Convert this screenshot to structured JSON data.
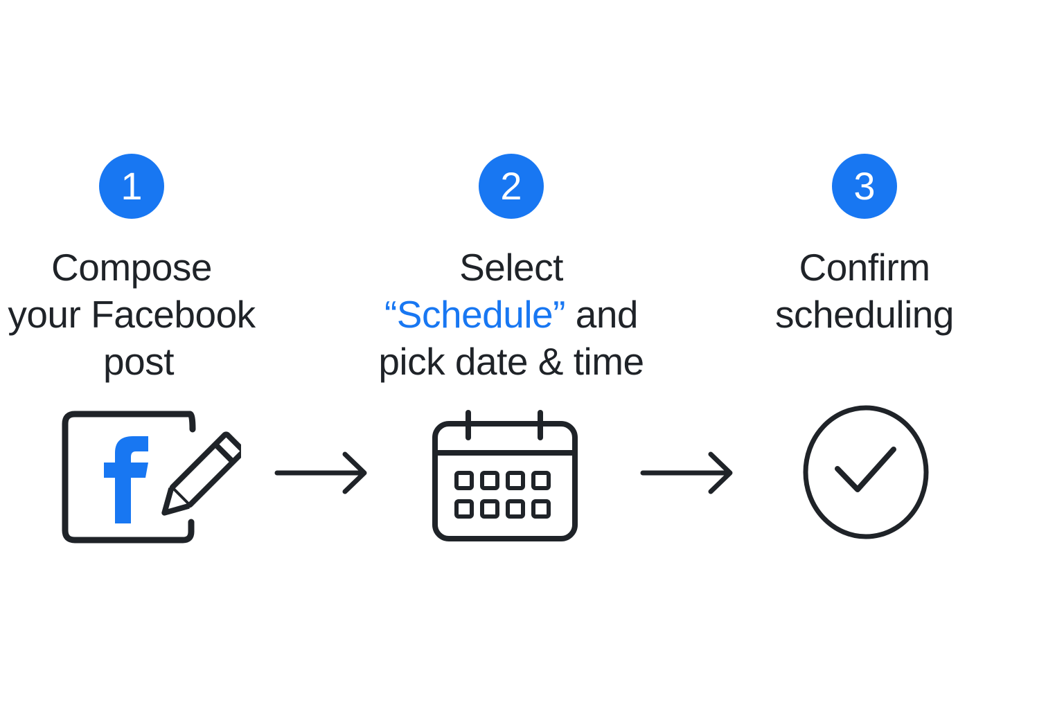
{
  "colors": {
    "accent": "#1877f2",
    "ink": "#1f2328",
    "background": "#ffffff"
  },
  "steps": [
    {
      "number": "1",
      "title_lines": [
        "Compose",
        "your Facebook",
        "post"
      ],
      "icon": "facebook-compose-icon"
    },
    {
      "number": "2",
      "title_lines": [
        "Select",
        "and",
        "pick date & time"
      ],
      "highlight": "“Schedule”",
      "icon": "calendar-icon"
    },
    {
      "number": "3",
      "title_lines": [
        "Confirm",
        "scheduling"
      ],
      "icon": "check-circle-icon"
    }
  ],
  "connectors": [
    "arrow-right-icon",
    "arrow-right-icon"
  ]
}
